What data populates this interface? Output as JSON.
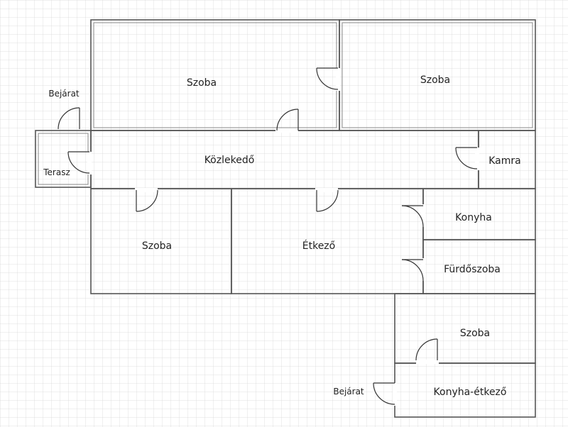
{
  "rooms": {
    "szoba_1": "Szoba",
    "szoba_2": "Szoba",
    "kozlekedo": "Közlekedő",
    "kamra": "Kamra",
    "terasz": "Terasz",
    "szoba_3": "Szoba",
    "etkezo": "Étkező",
    "konyha": "Konyha",
    "furdoszoba": "Fürdőszoba",
    "szoba_4": "Szoba",
    "konyha_etkezo": "Konyha-étkező"
  },
  "entrances": {
    "top": "Bejárat",
    "bottom": "Bejárat"
  },
  "colors": {
    "grid_minor": "#d8d8d8",
    "grid_major": "#bdbdbd",
    "wall": "#555555",
    "door": "#333333"
  }
}
